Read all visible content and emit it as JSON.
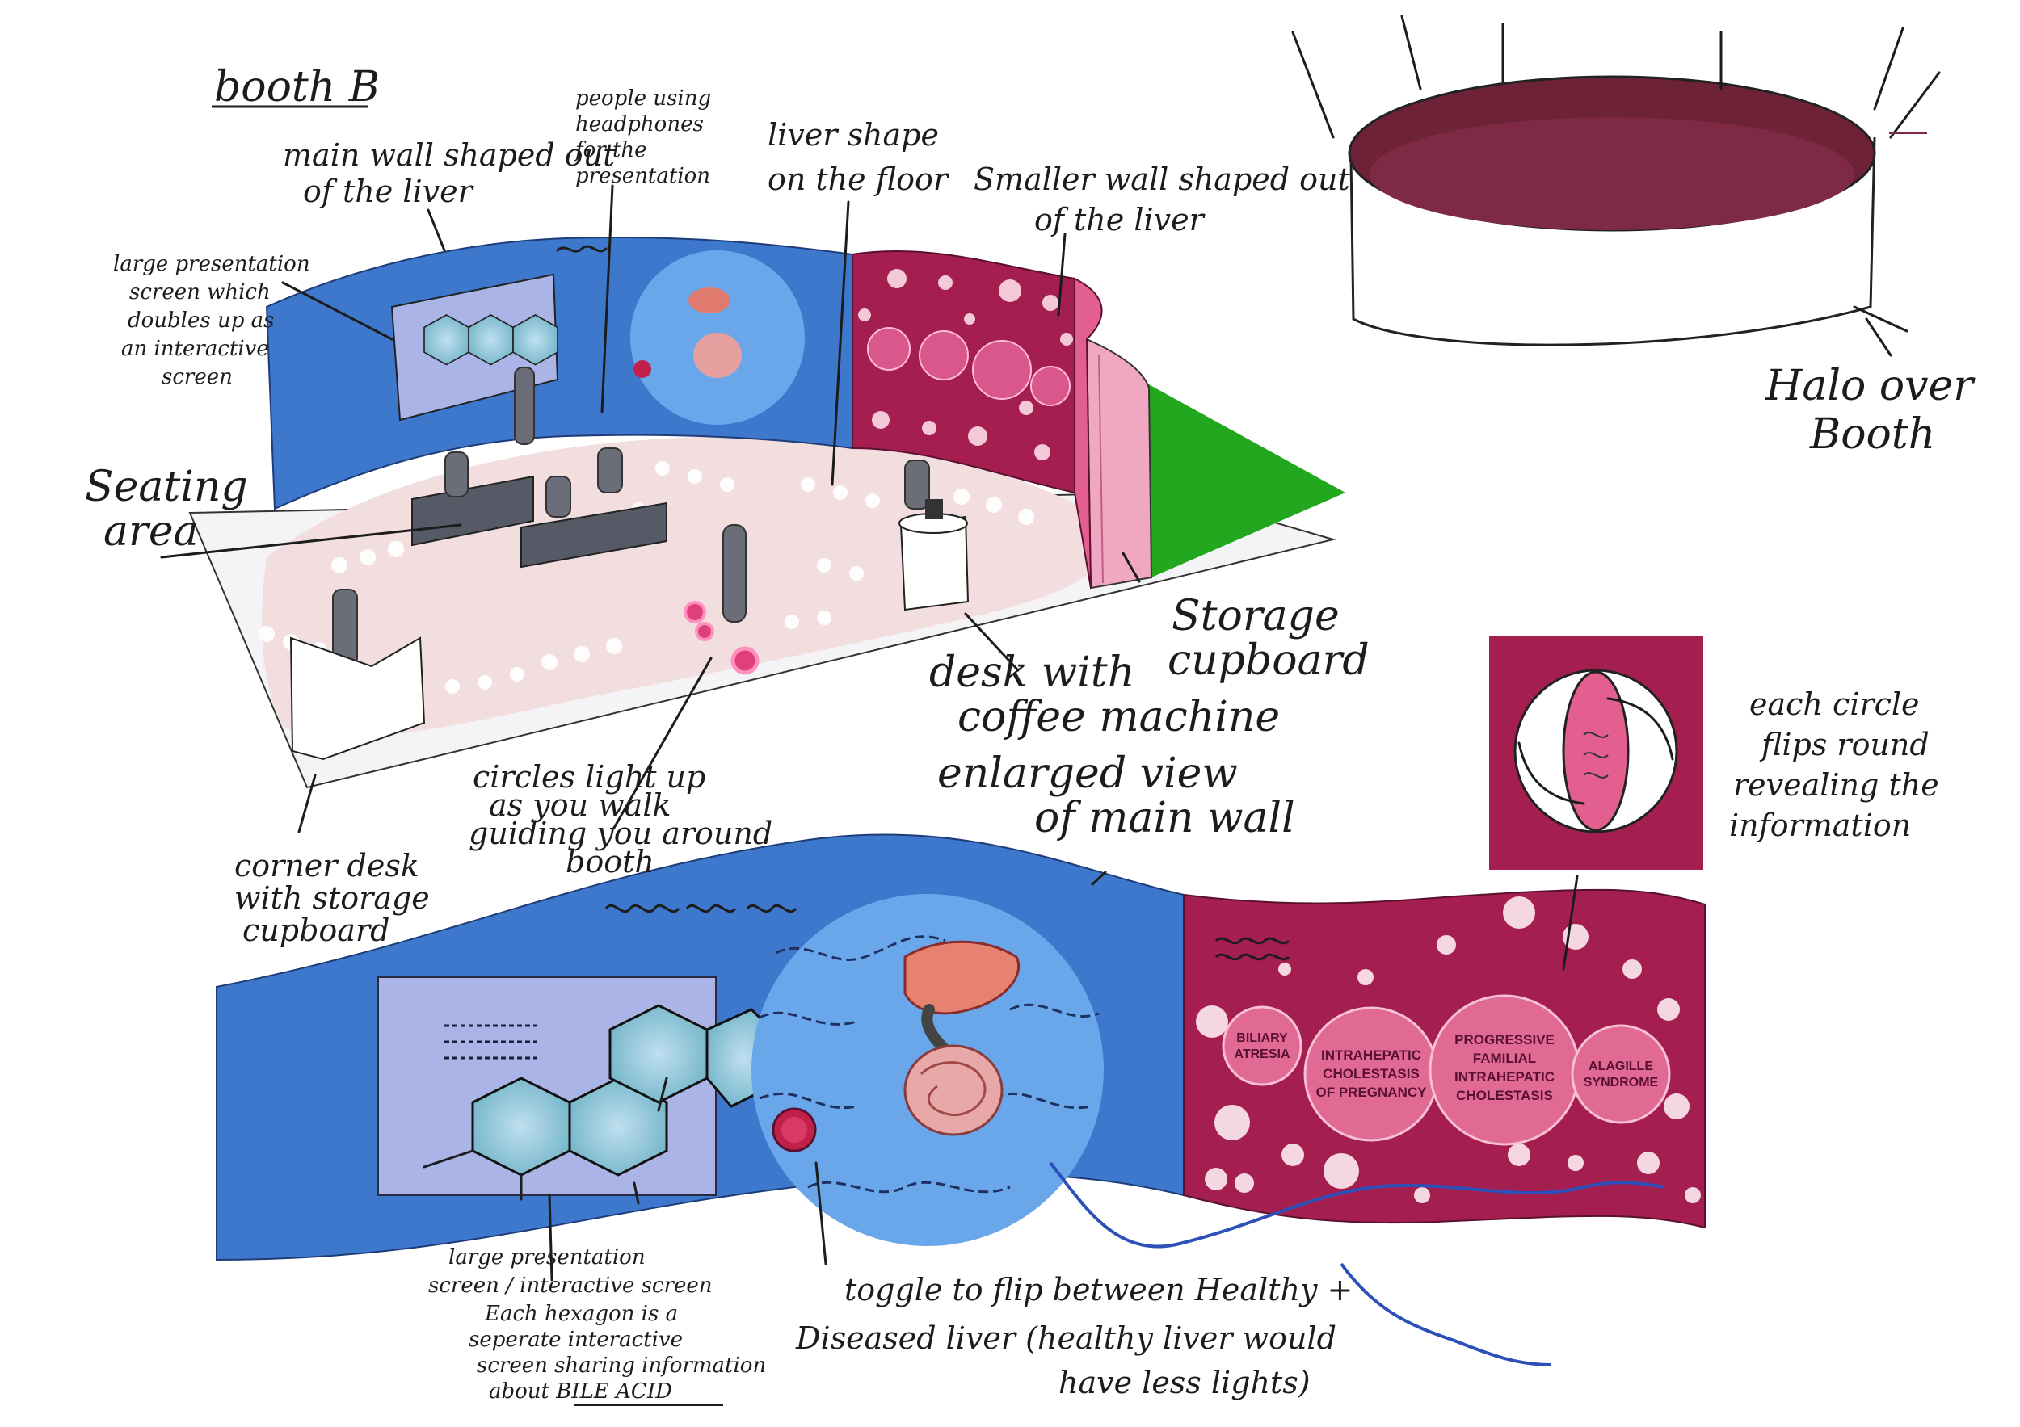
{
  "labels": {
    "title": "booth B",
    "main_wall": [
      "main wall shaped out",
      "of the liver"
    ],
    "headphones": [
      "people using",
      "headphones",
      "for the",
      "presentation"
    ],
    "liver_floor": [
      "liver shape",
      "on the floor"
    ],
    "smaller_wall": [
      "Smaller wall shaped out",
      "of the liver"
    ],
    "presentation_screen": [
      "large presentation",
      "screen which",
      "doubles up as",
      "an interactive",
      "screen"
    ],
    "seating": [
      "Seating",
      "area"
    ],
    "storage": [
      "Storage",
      "cupboard"
    ],
    "desk_coffee": [
      "desk with",
      "coffee machine"
    ],
    "circles_light": [
      "circles light up",
      "as you walk",
      "guiding you around",
      "booth"
    ],
    "corner_desk": [
      "corner desk",
      "with storage",
      "cupboard"
    ],
    "enlarged_view": [
      "enlarged view",
      "of main wall"
    ],
    "halo": [
      "Halo over",
      "Booth"
    ],
    "circle_flip": [
      "each circle",
      "flips round",
      "revealing the",
      "information"
    ],
    "large_presentation": [
      "large presentation",
      "screen / interactive screen"
    ],
    "hexagon_note": [
      "Each hexagon is a",
      "seperate interactive",
      "screen sharing information",
      "about BILE ACID"
    ],
    "toggle_note": [
      "toggle to flip between Healthy +",
      "Diseased liver (healthy liver would",
      "have less lights)"
    ]
  },
  "wall_circles": {
    "c1": [
      "BILIARY",
      "ATRESIA"
    ],
    "c2": [
      "INTRAHEPATIC",
      "CHOLESTASIS",
      "OF PREGNANCY"
    ],
    "c3": [
      "PROGRESSIVE",
      "FAMILIAL",
      "INTRAHEPATIC",
      "CHOLESTASIS"
    ],
    "c4": [
      "ALAGILLE",
      "SYNDROME"
    ]
  },
  "colors": {
    "blue_wall": "#3d78cc",
    "blue_circle": "#6aa6ea",
    "maroon_wall": "#a41e50",
    "pink_floor": "#f2dede",
    "pink_circle": "#e06a93",
    "halo_inner": "#6e2238",
    "green": "#22a81e",
    "screen": "#aab4e6"
  }
}
